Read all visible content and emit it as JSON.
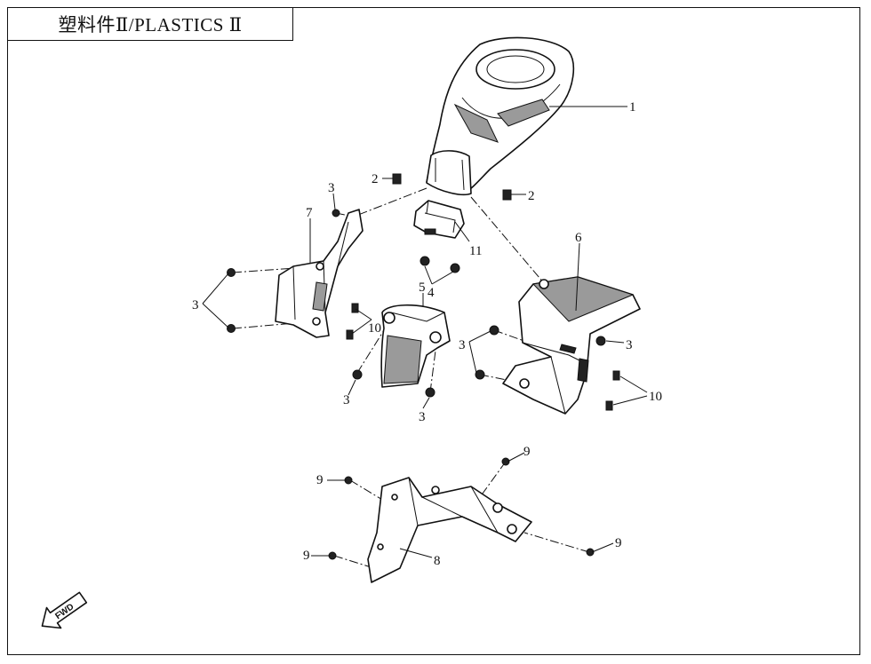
{
  "title": "塑料件Ⅱ/PLASTICS Ⅱ",
  "fwd_label": "FWD",
  "callouts": {
    "c1": "1",
    "c2a": "2",
    "c2b": "2",
    "c3_top": "3",
    "c3_left": "3",
    "c3_mid_left": "3",
    "c3_mid_bottom": "3",
    "c3_right_a": "3",
    "c3_right_b": "3",
    "c4": "4",
    "c5": "5",
    "c6": "6",
    "c7": "7",
    "c8": "8",
    "c9_top": "9",
    "c9_left_top": "9",
    "c9_left_bottom": "9",
    "c9_right": "9",
    "c10_left": "10",
    "c10_right": "10",
    "c11": "11"
  }
}
